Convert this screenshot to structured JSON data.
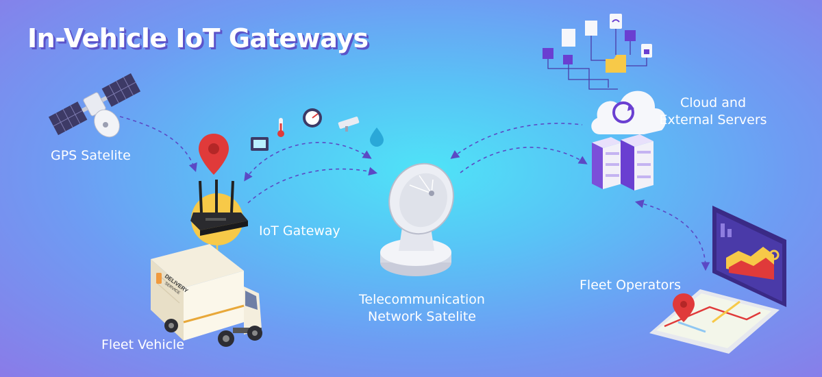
{
  "title": "In-Vehicle IoT Gateways",
  "labels": {
    "gps_satellite": "GPS Satelite",
    "iot_gateway": "IoT Gateway",
    "fleet_vehicle": "Fleet Vehicle",
    "telecom_line1": "Telecommunication",
    "telecom_line2": "Network Satelite",
    "cloud_line1": "Cloud and",
    "cloud_line2": "External Servers",
    "fleet_operators": "Fleet Operators"
  },
  "truck_logo": {
    "line1": "DELIVERY",
    "line2": "SERVICE"
  },
  "icons": [
    "satellite-icon",
    "location-pin-icon",
    "thermometer-icon",
    "gauge-icon",
    "security-camera-icon",
    "water-drop-icon",
    "monitor-icon",
    "router-icon",
    "delivery-truck-icon",
    "satellite-dish-icon",
    "cloud-sync-icon",
    "server-rack-icon",
    "dashboard-screen-icon",
    "map-phone-icon",
    "folder-icon",
    "wifi-icon",
    "lock-icon"
  ],
  "colors": {
    "background_center": "#4fe3f7",
    "background_edge": "#8a7be8",
    "title_shadow": "#5b53c9",
    "accent_purple": "#6a3fd1",
    "pin_red": "#e03a3a",
    "gateway_yellow": "#f7c948"
  }
}
